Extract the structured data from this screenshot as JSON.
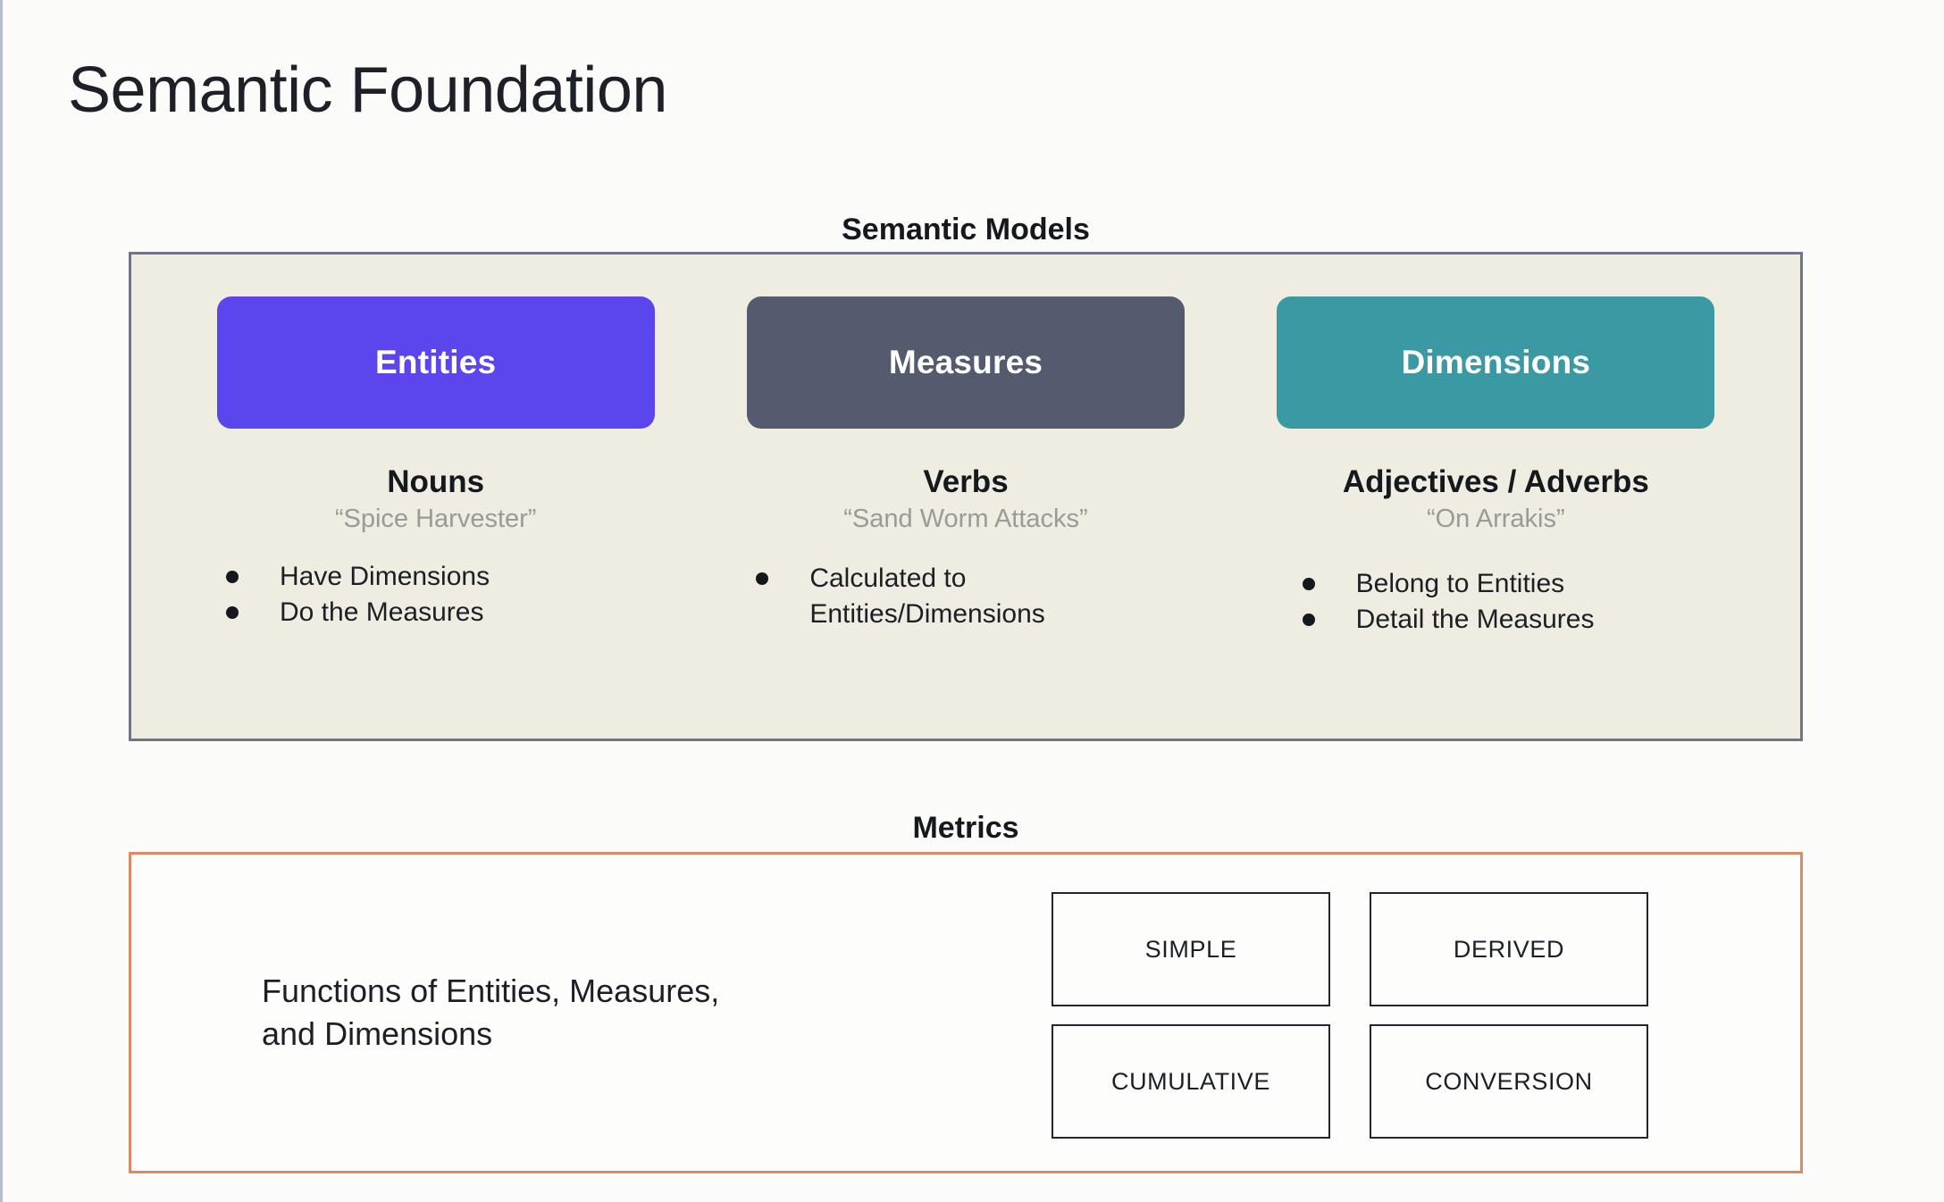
{
  "page": {
    "title": "Semantic Foundation"
  },
  "semantic_models": {
    "heading": "Semantic Models",
    "panel_bg": "#EFECE1",
    "panel_border": "#6F7585",
    "columns": [
      {
        "card_label": "Entities",
        "card_color": "#5B45EC",
        "part_of_speech": "Nouns",
        "example": "“Spice Harvester”",
        "bullets": [
          "Have Dimensions",
          "Do the Measures"
        ]
      },
      {
        "card_label": "Measures",
        "card_color": "#545B6E",
        "part_of_speech": "Verbs",
        "example": "“Sand Worm Attacks”",
        "bullets": [
          "Calculated to Entities/Dimensions"
        ]
      },
      {
        "card_label": "Dimensions",
        "card_color": "#3B99A4",
        "part_of_speech": "Adjectives / Adverbs",
        "example": "“On Arrakis”",
        "bullets": [
          "Belong to Entities",
          "Detail the Measures"
        ]
      }
    ]
  },
  "metrics": {
    "heading": "Metrics",
    "panel_border": "#E08763",
    "description_line1": "Functions of Entities, Measures,",
    "description_line2": "and Dimensions",
    "types": [
      "SIMPLE",
      "DERIVED",
      "CUMULATIVE",
      "CONVERSION"
    ]
  }
}
